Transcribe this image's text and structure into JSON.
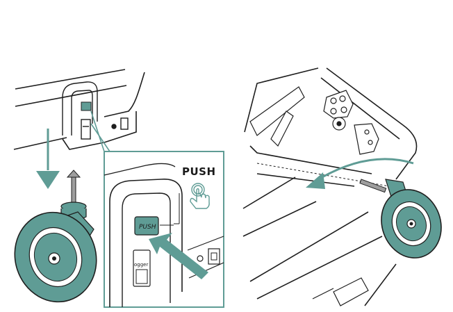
{
  "labels": {
    "push_heading": "PUSH",
    "push_button": "PUSH",
    "logger_slot": "ogger"
  },
  "colors": {
    "accent": "#5f9c95",
    "accent_dark": "#3f7a73",
    "line": "#1e1e1e",
    "background": "#ffffff"
  },
  "icons": [
    "down-arrow-icon",
    "push-hand-icon",
    "swing-arrow-icon",
    "push-arrow-icon"
  ]
}
